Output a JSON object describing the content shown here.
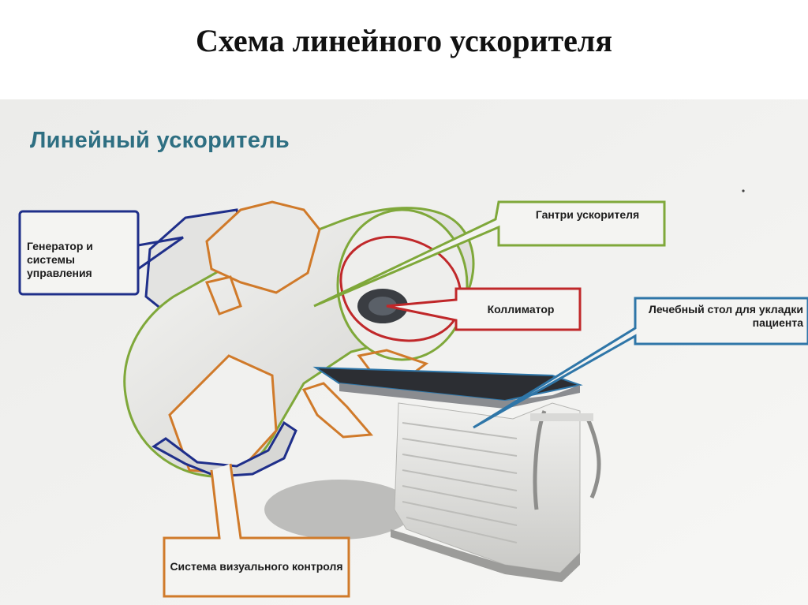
{
  "slide": {
    "title": "Схема линейного ускорителя"
  },
  "diagram": {
    "heading": "Линейный ускоритель",
    "labels": {
      "generator": "Генератор и системы управления",
      "gantry": "Гантри ускорителя",
      "collimator": "Коллиматор",
      "table": "Лечебный стол для укладки пациента",
      "visual": "Система визуального контроля"
    },
    "colors": {
      "generator": "#1f2f8a",
      "gantry": "#7fa83a",
      "collimator": "#c0282a",
      "table": "#2f76a8",
      "visual": "#d07a2a",
      "heading": "#2e6f82"
    }
  }
}
